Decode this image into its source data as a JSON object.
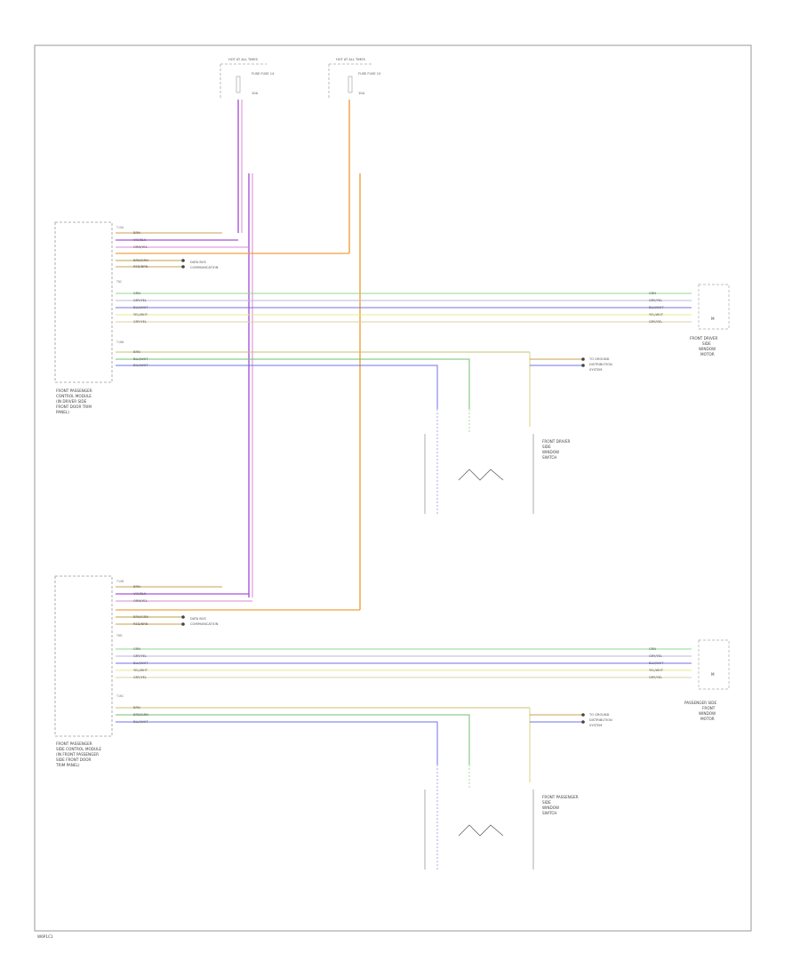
{
  "diagram": {
    "hot_at_left": "HOT AT ALL TIMES",
    "hot_at_right": "HOT AT ALL TIMES",
    "fuse_left": "FUSE FUSE 14",
    "fuse_right": "FUSE FUSE 15",
    "fuse_amp_left": "10A",
    "fuse_amp_right": "10A",
    "upper": {
      "module_caption": [
        "FRONT PASSENGER",
        "CONTROL MODULE",
        "(IN DRIVER SIDE",
        "FRONT DOOR TRIM",
        "PANEL)"
      ],
      "top_wires": [
        "BRN",
        "VIO/BLK",
        "ORN/YEL",
        "BRN/GRN",
        "RED/BRN"
      ],
      "mid_wires": [
        "GRN",
        "GRY/YEL",
        "BLU/WHT",
        "YEL/WHT",
        "GRY/YEL"
      ],
      "low_wires": [
        "BRN",
        "BLU/WHT",
        "BLU/WHT"
      ],
      "data_bus_note": [
        "DATA BUS",
        "COMMUNICATION"
      ],
      "ground_ref": [
        "TO GROUND",
        "DISTRIBUTION",
        "SYSTEM"
      ],
      "motor_caption": [
        "FRONT DRIVER",
        "SIDE",
        "WINDOW",
        "MOTOR"
      ],
      "switch_caption": [
        "FRONT DRIVER",
        "SIDE",
        "WINDOW",
        "SWITCH"
      ],
      "connector_top": "T10A",
      "connector_mid": "T6C",
      "connector_low": "T16B",
      "motor_symbol": "M"
    },
    "lower": {
      "module_caption": [
        "FRONT PASSENGER",
        "SIDE CONTROL MODULE",
        "(IN FRONT PASSENGER",
        "SIDE FRONT DOOR",
        "TRIM PANEL)"
      ],
      "top_wires": [
        "BRN",
        "VIO/BLK",
        "ORN/YEL",
        "BRN/GRN",
        "RED/BRN"
      ],
      "mid_wires": [
        "GRN",
        "GRY/YEL",
        "BLU/WHT",
        "YEL/WHT",
        "GRY/YEL"
      ],
      "low_wires": [
        "BRN",
        "BRN/GRN",
        "BLU/WHT"
      ],
      "data_bus_note": [
        "DATA BUS",
        "COMMUNICATION"
      ],
      "ground_ref": [
        "TO GROUND",
        "DISTRIBUTION",
        "SYSTEM"
      ],
      "motor_caption": [
        "PASSENGER SIDE",
        "FRONT",
        "WINDOW",
        "MOTOR"
      ],
      "switch_caption": [
        "FRONT PASSENGER",
        "SIDE",
        "WINDOW",
        "SWITCH"
      ],
      "connector_top": "T10B",
      "connector_mid": "T6D",
      "connector_low": "T16C",
      "motor_symbol": "M"
    },
    "footer": "W6P1C1"
  }
}
